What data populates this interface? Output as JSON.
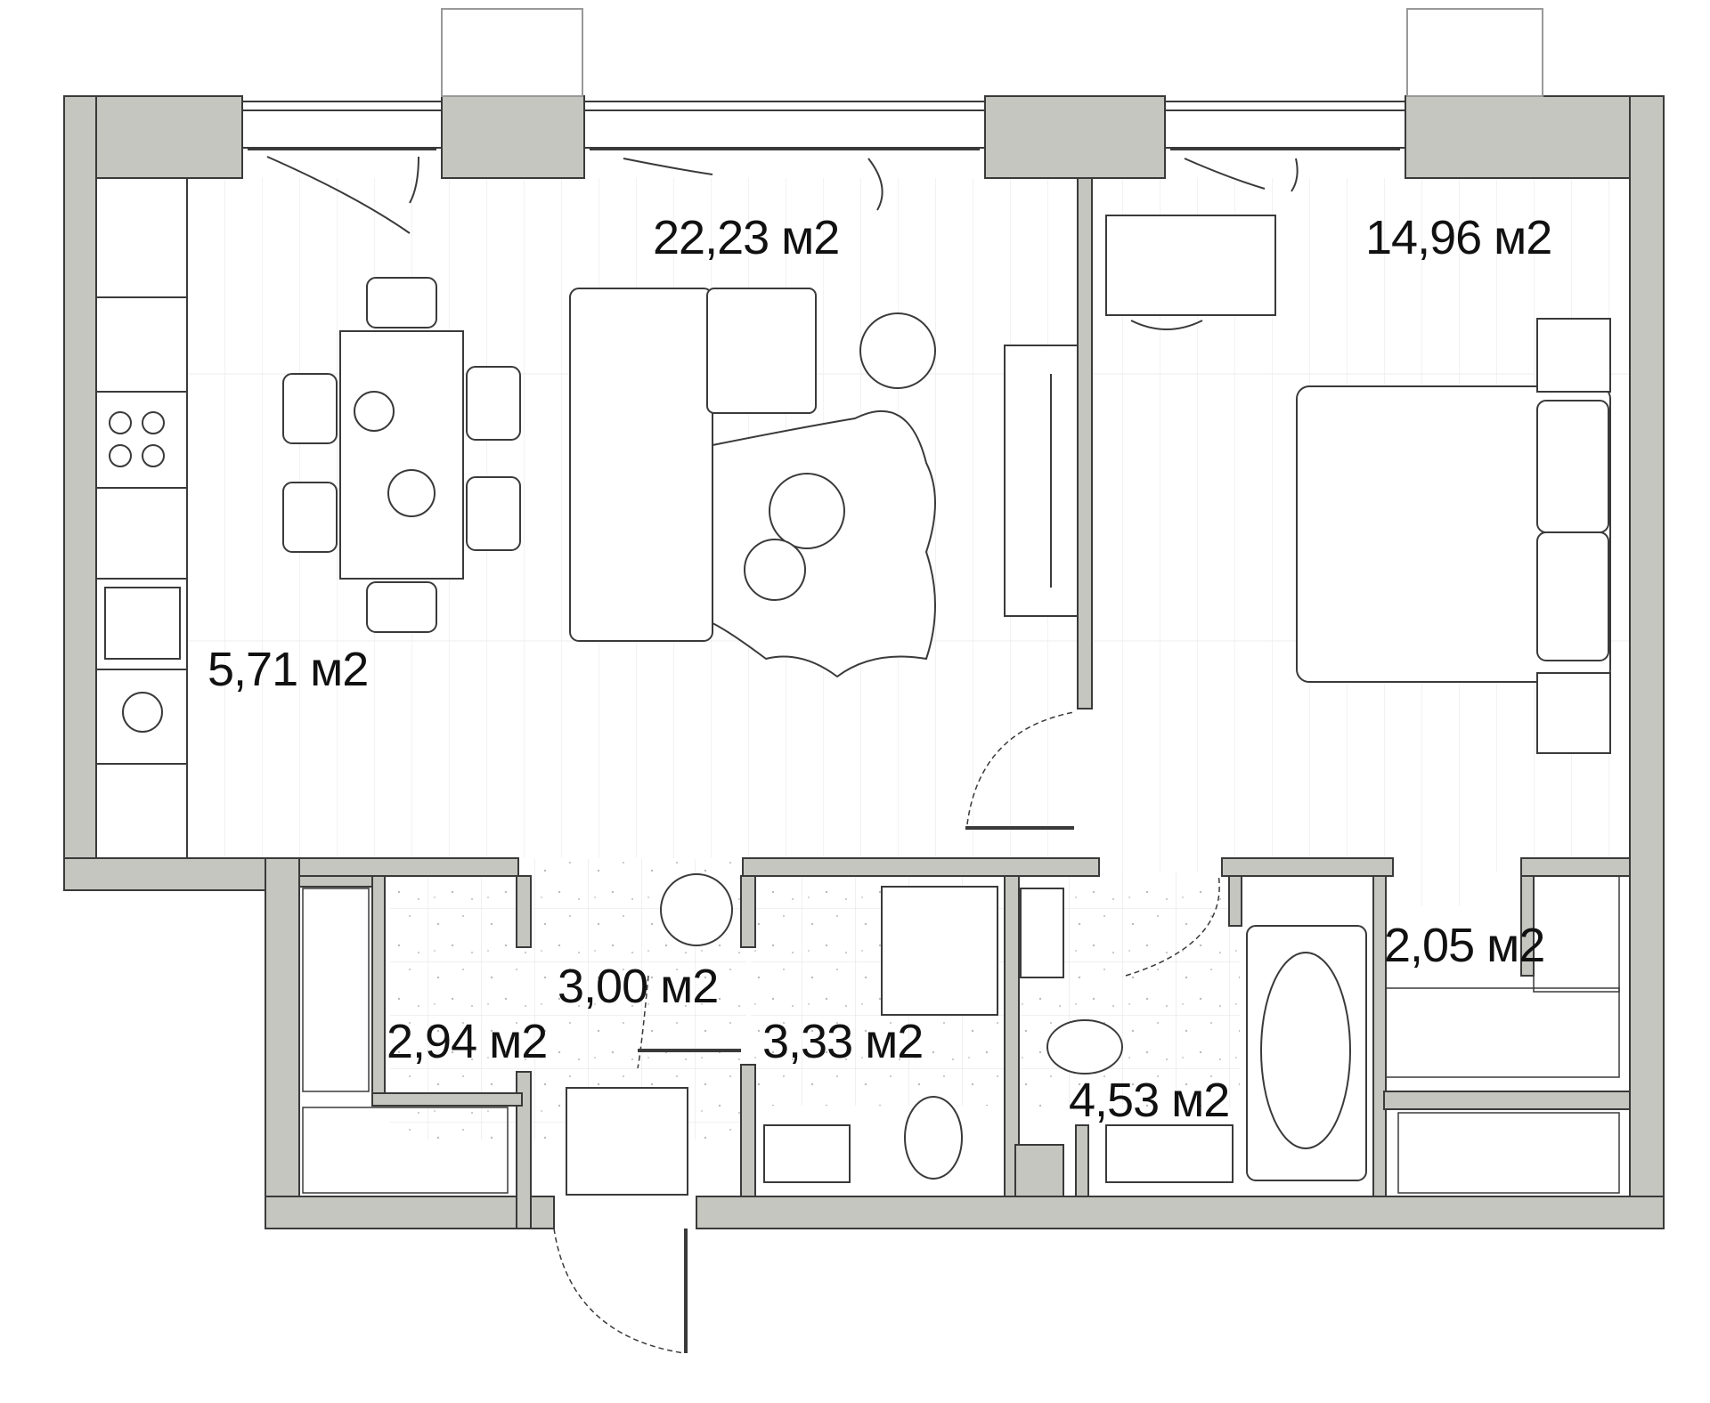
{
  "floor_plan": {
    "rooms": [
      {
        "id": "living-kitchen",
        "area": "22,23 м2"
      },
      {
        "id": "bedroom",
        "area": "14,96 м2"
      },
      {
        "id": "kitchen",
        "area": "5,71 м2"
      },
      {
        "id": "hall",
        "area": "3,00 м2"
      },
      {
        "id": "wardrobe-left",
        "area": "2,94 м2"
      },
      {
        "id": "bathroom-1",
        "area": "3,33 м2"
      },
      {
        "id": "bathroom-2",
        "area": "4,53 м2"
      },
      {
        "id": "wardrobe-right",
        "area": "2,05 м2"
      }
    ]
  },
  "colors": {
    "wall": "#c4c6bf",
    "line": "#3a3a3a",
    "floor_wood": "#ffffff",
    "text": "#111111"
  }
}
